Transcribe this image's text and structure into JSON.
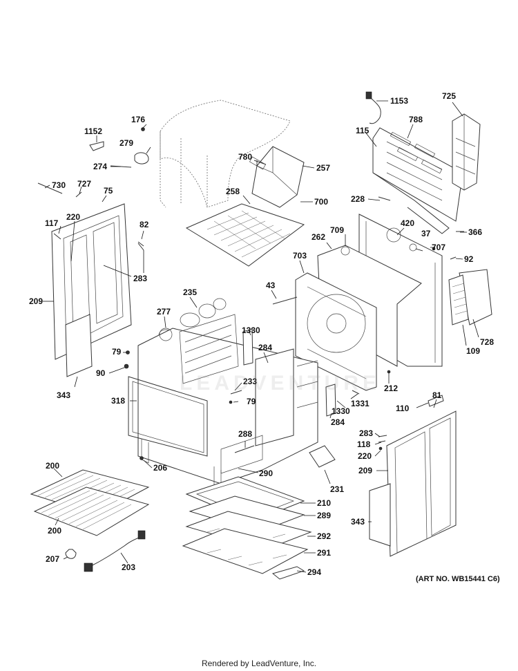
{
  "diagram": {
    "parts": [
      {
        "id": "p1153",
        "text": "1153"
      },
      {
        "id": "p725",
        "text": "725"
      },
      {
        "id": "p788",
        "text": "788"
      },
      {
        "id": "p115",
        "text": "115"
      },
      {
        "id": "p176",
        "text": "176"
      },
      {
        "id": "p1152",
        "text": "1152"
      },
      {
        "id": "p279",
        "text": "279"
      },
      {
        "id": "p274",
        "text": "274"
      },
      {
        "id": "p780",
        "text": "780"
      },
      {
        "id": "p257",
        "text": "257"
      },
      {
        "id": "p730",
        "text": "730"
      },
      {
        "id": "p727",
        "text": "727"
      },
      {
        "id": "p75",
        "text": "75"
      },
      {
        "id": "p258",
        "text": "258"
      },
      {
        "id": "p700",
        "text": "700"
      },
      {
        "id": "p228",
        "text": "228"
      },
      {
        "id": "p117",
        "text": "117"
      },
      {
        "id": "p220a",
        "text": "220"
      },
      {
        "id": "p82",
        "text": "82"
      },
      {
        "id": "p420",
        "text": "420"
      },
      {
        "id": "p366",
        "text": "366"
      },
      {
        "id": "p709",
        "text": "709"
      },
      {
        "id": "p262",
        "text": "262"
      },
      {
        "id": "p37",
        "text": "37"
      },
      {
        "id": "p707",
        "text": "707"
      },
      {
        "id": "p703",
        "text": "703"
      },
      {
        "id": "p92",
        "text": "92"
      },
      {
        "id": "p283a",
        "text": "283"
      },
      {
        "id": "p43",
        "text": "43"
      },
      {
        "id": "p209a",
        "text": "209"
      },
      {
        "id": "p235",
        "text": "235"
      },
      {
        "id": "p277",
        "text": "277"
      },
      {
        "id": "p728",
        "text": "728"
      },
      {
        "id": "p1330a",
        "text": "1330"
      },
      {
        "id": "p109",
        "text": "109"
      },
      {
        "id": "p284a",
        "text": "284"
      },
      {
        "id": "p79a",
        "text": "79"
      },
      {
        "id": "p90",
        "text": "90"
      },
      {
        "id": "p212",
        "text": "212"
      },
      {
        "id": "p233",
        "text": "233"
      },
      {
        "id": "p343a",
        "text": "343"
      },
      {
        "id": "p81",
        "text": "81"
      },
      {
        "id": "p1331",
        "text": "1331"
      },
      {
        "id": "p318",
        "text": "318"
      },
      {
        "id": "p79b",
        "text": "79"
      },
      {
        "id": "p110",
        "text": "110"
      },
      {
        "id": "p1330b",
        "text": "1330"
      },
      {
        "id": "p284b",
        "text": "284"
      },
      {
        "id": "p283b",
        "text": "283"
      },
      {
        "id": "p288",
        "text": "288"
      },
      {
        "id": "p118",
        "text": "118"
      },
      {
        "id": "p220b",
        "text": "220"
      },
      {
        "id": "p200a",
        "text": "200"
      },
      {
        "id": "p206",
        "text": "206"
      },
      {
        "id": "p290",
        "text": "290"
      },
      {
        "id": "p209b",
        "text": "209"
      },
      {
        "id": "p231",
        "text": "231"
      },
      {
        "id": "p210",
        "text": "210"
      },
      {
        "id": "p289",
        "text": "289"
      },
      {
        "id": "p343b",
        "text": "343"
      },
      {
        "id": "p200b",
        "text": "200"
      },
      {
        "id": "p292",
        "text": "292"
      },
      {
        "id": "p207",
        "text": "207"
      },
      {
        "id": "p291",
        "text": "291"
      },
      {
        "id": "p203",
        "text": "203"
      },
      {
        "id": "p294",
        "text": "294"
      }
    ]
  },
  "art_number": "(ART NO. WB15441 C6)",
  "footer": "Rendered by LeadVenture, Inc.",
  "watermark": "LEADVENTURE",
  "colors": {
    "line": "#333333",
    "background": "#ffffff",
    "label": "#111111"
  }
}
